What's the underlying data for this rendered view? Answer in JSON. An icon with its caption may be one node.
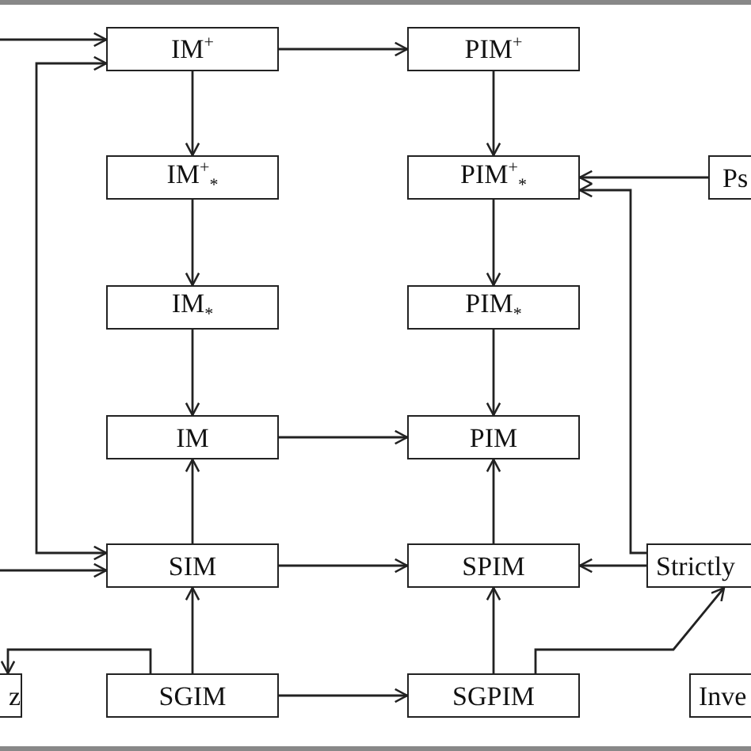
{
  "diagram": {
    "nodes": [
      {
        "text": [
          "IM$^{+}$"
        ]
      },
      {
        "text": [
          "IM$^{+}$$_{*}$"
        ]
      },
      {
        "text": [
          "IM$_{*}$"
        ]
      },
      {
        "text": [
          "IM"
        ]
      },
      {
        "text": [
          "SIM"
        ]
      },
      {
        "text": [
          "SGIM"
        ]
      },
      {
        "text": [
          "PIM$^{+}$"
        ]
      },
      {
        "text": [
          "PIM$^{+}$$_{*}$"
        ]
      },
      {
        "text": [
          "PIM$_{*}$"
        ]
      },
      {
        "text": [
          "PIM"
        ]
      },
      {
        "text": [
          "SPIM"
        ]
      },
      {
        "text": [
          "SGPIM"
        ]
      },
      {
        "text": [
          "Ps"
        ]
      },
      {
        "text": [
          "Strictly"
        ]
      },
      {
        "text": [
          "z"
        ]
      },
      {
        "text": [
          "Inve"
        ]
      }
    ],
    "edges": [
      {
        "from": null,
        "to": 0,
        "arrow": "to"
      },
      {
        "from": 0,
        "to": 4,
        "arrow": "both"
      },
      {
        "from": null,
        "to": 4,
        "arrow": "to"
      },
      {
        "from": 0,
        "to": 1,
        "arrow": "to"
      },
      {
        "from": 1,
        "to": 2,
        "arrow": "to"
      },
      {
        "from": 2,
        "to": 3,
        "arrow": "to"
      },
      {
        "from": 4,
        "to": 3,
        "arrow": "to"
      },
      {
        "from": 5,
        "to": 4,
        "arrow": "to"
      },
      {
        "from": 0,
        "to": 6,
        "arrow": "to"
      },
      {
        "from": 3,
        "to": 9,
        "arrow": "to"
      },
      {
        "from": 4,
        "to": 10,
        "arrow": "to"
      },
      {
        "from": 5,
        "to": 11,
        "arrow": "to"
      },
      {
        "from": 6,
        "to": 7,
        "arrow": "to"
      },
      {
        "from": 7,
        "to": 8,
        "arrow": "to"
      },
      {
        "from": 8,
        "to": 9,
        "arrow": "to"
      },
      {
        "from": 10,
        "to": 9,
        "arrow": "to"
      },
      {
        "from": 11,
        "to": 10,
        "arrow": "to"
      },
      {
        "from": 12,
        "to": 7,
        "arrow": "to"
      },
      {
        "from": 13,
        "to": 10,
        "arrow": "to"
      },
      {
        "from": 13,
        "to": 7,
        "arrow": "to"
      },
      {
        "from": 11,
        "to": 13,
        "arrow": "to"
      },
      {
        "from": 5,
        "to": 14,
        "arrow": "to"
      }
    ]
  }
}
